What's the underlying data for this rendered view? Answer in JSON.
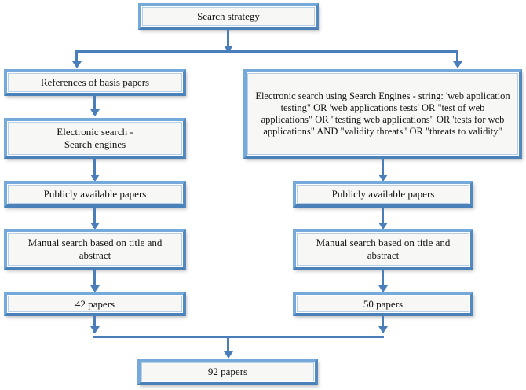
{
  "diagram": {
    "title": "Search strategy flowchart",
    "accent_color": "#5b9bd5",
    "connector_color": "#4a7ebb",
    "box_fill": "#f7f7f5",
    "nodes": {
      "root": "Search strategy",
      "left_1": "References of basis papers",
      "left_2": "Electronic search -\nSearch engines",
      "left_3": "Publicly available papers",
      "left_4": "Manual search based on title and\nabstract",
      "left_5": "42 papers",
      "right_1": "Electronic search using Search Engines - string: 'web application testing\" OR 'web applications tests' OR \"test of web applications\" OR \"testing web applications\" OR 'tests for web applications\" AND \"validity threats\" OR \"threats to validity\"",
      "right_2": "Publicly available papers",
      "right_3": "Manual search based on title and\nabstract",
      "right_4": "50 papers",
      "total": "92 papers"
    }
  }
}
